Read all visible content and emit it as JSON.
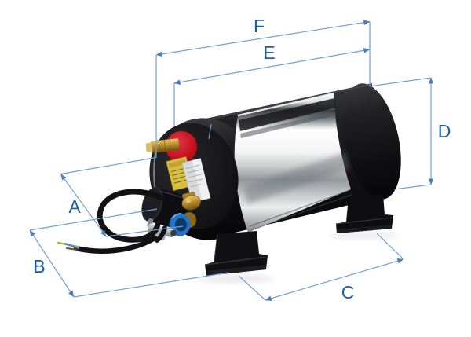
{
  "diagram": {
    "subject": "Marine water heater (calorifier) product photo with dimension callouts",
    "background_color": "#ffffff",
    "dimension_line_color": "#73a0d2",
    "dimension_arrow_color": "#4a80bd",
    "dimension_label_color": "#1b5ea8",
    "dimension_labels": {
      "a": "A",
      "b": "B",
      "c": "C",
      "d": "D",
      "e": "E",
      "f": "F"
    }
  }
}
